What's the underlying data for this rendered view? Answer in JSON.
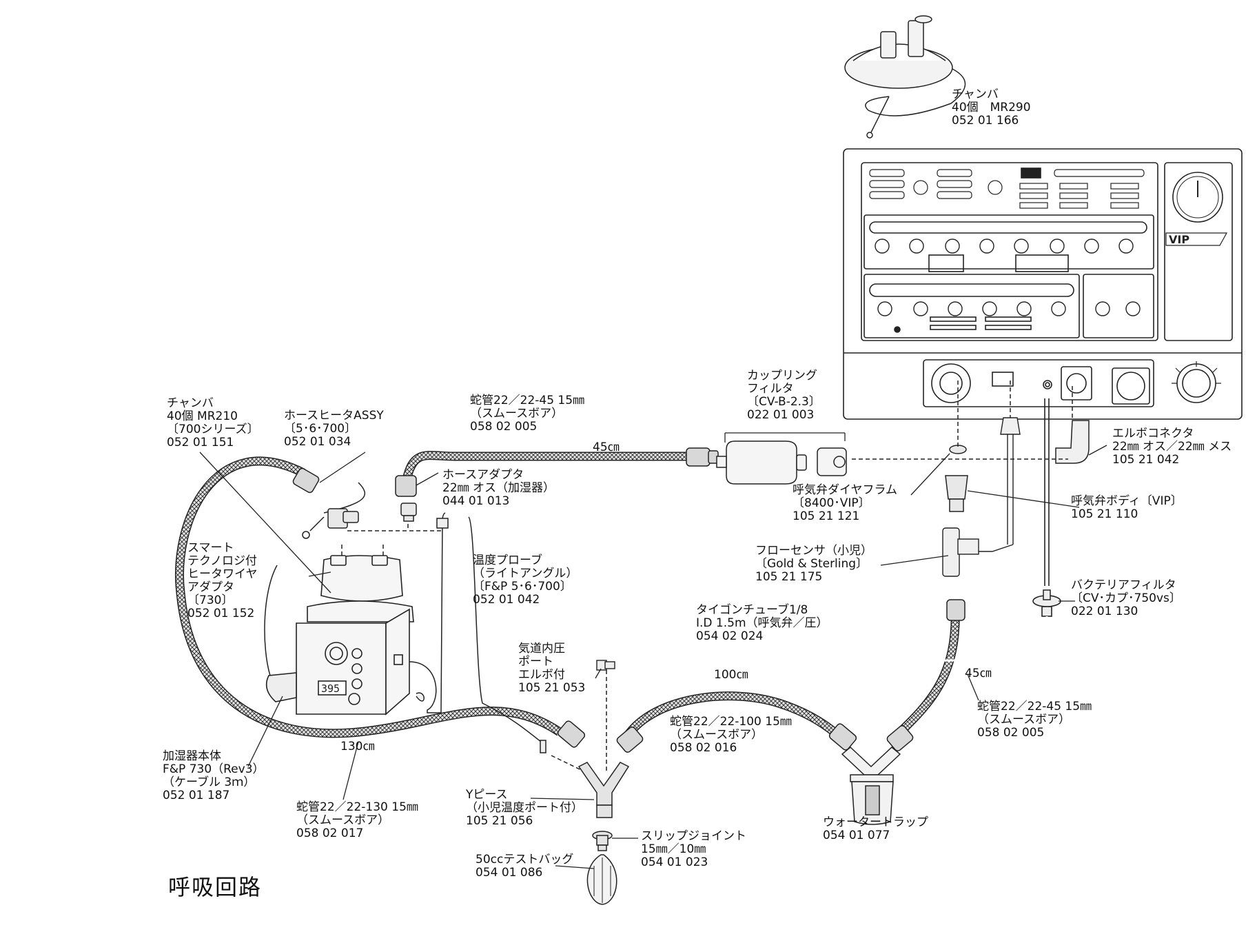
{
  "title": "呼吸回路",
  "labels": {
    "chamber_mr290": [
      "チャンバ",
      "40個　MR290",
      "052 01 166"
    ],
    "chamber_mr210": [
      "チャンバ",
      "40個 MR210",
      "〔700シリーズ〕",
      "052 01 151"
    ],
    "hose_heater": [
      "ホースヒータASSY",
      "〔5･6･700〕",
      "052 01 034"
    ],
    "hose_22_45_top": [
      "蛇管22／22-45 15㎜",
      "（スムースボア）",
      "058 02 005"
    ],
    "coupling_filter": [
      "カップリング",
      "フィルタ",
      "〔CV-B-2.3〕",
      "022 01 003"
    ],
    "hose_adapter": [
      "ホースアダプタ",
      "22㎜ オス（加湿器）",
      "044 01 013"
    ],
    "elbow_connector": [
      "エルボコネクタ",
      "22㎜ オス／22㎜ メス",
      "105 21 042"
    ],
    "exp_diaphragm": [
      "呼気弁ダイヤフラム",
      "〔8400･VIP〕",
      "105 21 121"
    ],
    "exp_body": [
      "呼気弁ボディ〔VIP〕",
      "105 21 110"
    ],
    "flow_sensor": [
      "フローセンサ（小児）",
      "〔Gold & Sterling〕",
      "105 21 175"
    ],
    "smart_adapter": [
      "スマート",
      "テクノロジ付",
      "ヒータワイヤ",
      "アダプタ",
      "〔730〕",
      "052 01 152"
    ],
    "temp_probe": [
      "温度プローブ",
      "（ライトアングル）",
      "〔F&P 5･6･700〕",
      "052 01 042"
    ],
    "bacteria_filter": [
      "バクテリアフィルタ",
      "〔CV･カプ･750vs〕",
      "022 01 130"
    ],
    "tygon_tube": [
      "タイゴンチューブ1/8",
      "I.D 1.5m（呼気弁／圧）",
      "054 02 024"
    ],
    "airway_port": [
      "気道内圧",
      "ポート",
      "エルボ付",
      "105 21 053"
    ],
    "hose_22_100": [
      "蛇管22／22-100 15㎜",
      "（スムースボア）",
      "058 02 016"
    ],
    "hose_22_45_right": [
      "蛇管22／22-45 15㎜",
      "（スムースボア）",
      "058 02 005"
    ],
    "humidifier": [
      "加湿器本体",
      "F&P 730（Rev3）",
      "（ケーブル 3ｍ）",
      "052 01 187"
    ],
    "hose_22_130": [
      "蛇管22／22-130 15㎜",
      "（スムースボア）",
      "058 02 017"
    ],
    "y_piece": [
      "Yピース",
      "（小児温度ポート付）",
      "105 21 056"
    ],
    "slip_joint": [
      "スリップジョイント",
      "15㎜／10㎜",
      "054 01 023"
    ],
    "water_trap": [
      "ウォータートラップ",
      "054 01 077"
    ],
    "test_bag": [
      "50ccテストバッグ",
      "054 01 086"
    ]
  },
  "lengths": {
    "top": "45㎝",
    "right": "45㎝",
    "middle": "100㎝",
    "left": "130㎝"
  },
  "device": {
    "brand": "VIP",
    "humidifier_display": "395"
  }
}
